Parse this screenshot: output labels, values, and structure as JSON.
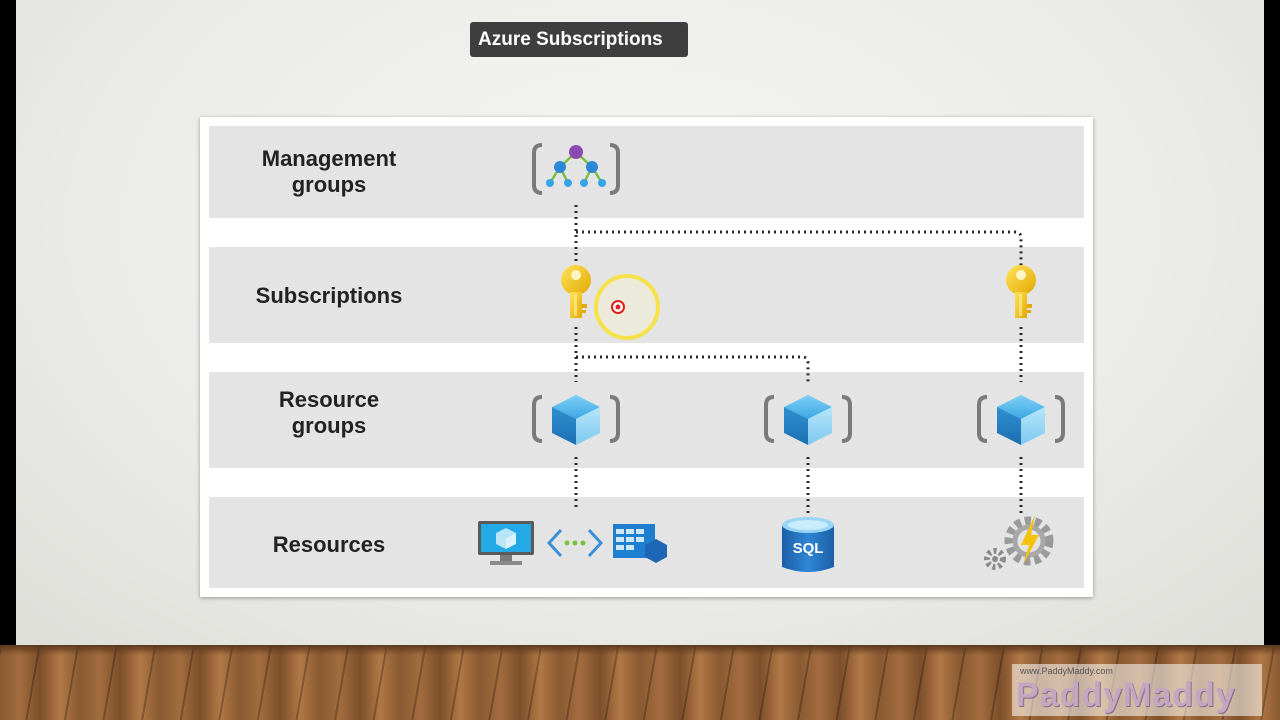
{
  "slide": {
    "title": "Azure Subscriptions"
  },
  "diagram": {
    "rows": {
      "management_groups": [
        "Management",
        "groups"
      ],
      "subscriptions": "Subscriptions",
      "resource_groups": [
        "Resource",
        "groups"
      ],
      "resources": "Resources"
    },
    "icons": {
      "management_group": "management-group-icon",
      "subscription_key": "key-icon",
      "resource_group": "resource-group-cube-icon",
      "virtual_machine": "virtual-machine-icon",
      "virtual_network": "virtual-network-icon",
      "storage": "storage-table-icon",
      "sql_database": "sql-database-icon",
      "function_app": "function-app-gear-icon"
    },
    "sql_label": "SQL"
  },
  "watermark": {
    "url": "www.PaddyMaddy.com",
    "brand": "PaddyMaddy"
  },
  "colors": {
    "title_bg": "#3e3e3e",
    "band": "#e4e4e4",
    "azure_blue": "#1e90d6",
    "key_gold": "#f2c400",
    "pointer_ring": "#f5e24a",
    "pointer_dot": "#e0201b"
  }
}
